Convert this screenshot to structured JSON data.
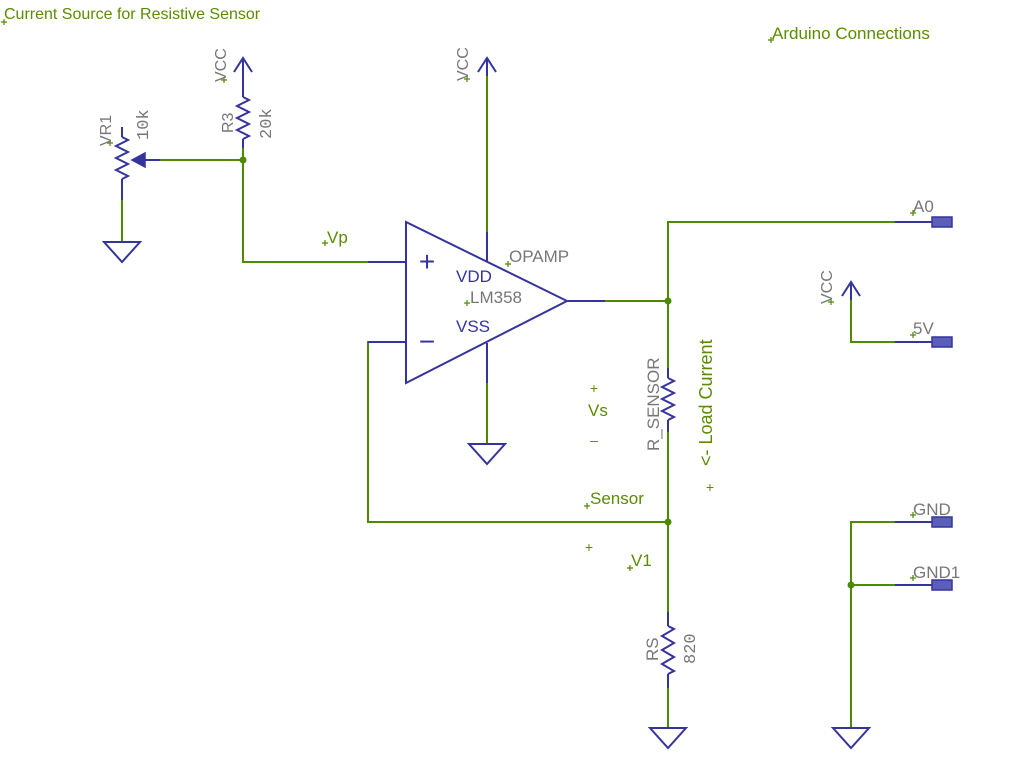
{
  "title": "Current Source for Resistive Sensor",
  "arduino_title": "Arduino Connections",
  "power": {
    "vcc_r3": "VCC",
    "vcc_opamp": "VCC",
    "vcc_arduino": "VCC"
  },
  "vr1": {
    "name": "VR1",
    "value": "10k"
  },
  "r3": {
    "name": "R3",
    "value": "20k"
  },
  "opamp": {
    "name": "OPAMP",
    "value": "LM358",
    "vdd": "VDD",
    "vss": "VSS",
    "plus": "+",
    "minus": "−"
  },
  "nets": {
    "vp": "Vp",
    "sensor": "Sensor",
    "v1": "V1",
    "v1_plus": "+"
  },
  "r_sensor": {
    "name": "R_SENSOR"
  },
  "load_current": {
    "label": "<- Load Current",
    "plus": "+"
  },
  "vs": {
    "plus": "+",
    "label": "Vs",
    "minus": "–"
  },
  "rs": {
    "name": "RS",
    "value": "820"
  },
  "arduino": {
    "a0": "A0",
    "v5": "5V",
    "gnd": "GND",
    "gnd1": "GND1"
  },
  "colors": {
    "wire": "#4e8a00",
    "symbol": "#34349c",
    "label_gray": "#777777",
    "net_green": "#5b8c00",
    "pin_fill": "#5b5fb8"
  }
}
